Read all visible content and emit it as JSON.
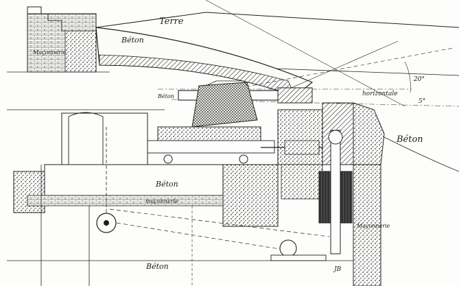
{
  "labels": {
    "terre": "Terre",
    "beton_top": "Béton",
    "maconnerie_left": "Maçonnerie",
    "beton_right": "Béton",
    "beton_mid": "Béton",
    "maconnerie_mid": "maçonnerie",
    "maconnerie_right": "Maçonnerie",
    "beton_bottom": "Béton",
    "beton_upper": "Béton",
    "horizontale": "horizontale",
    "angle_20": "20°",
    "angle_5": "5°",
    "signature": "JB"
  },
  "colors": {
    "ink": "#1e1e1e",
    "paper": "#fdfdfb"
  }
}
